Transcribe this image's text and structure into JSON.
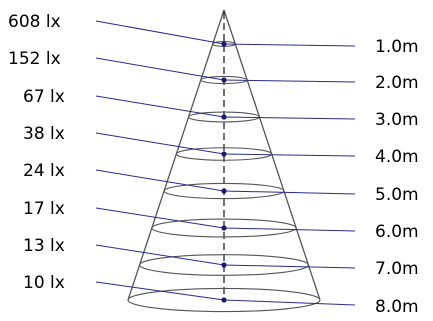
{
  "diagram": {
    "levels": [
      {
        "lux": "608 lx",
        "distance": "1.0m"
      },
      {
        "lux": "152 lx",
        "distance": "2.0m"
      },
      {
        "lux": "67 lx",
        "distance": "3.0m"
      },
      {
        "lux": "38 lx",
        "distance": "4.0m"
      },
      {
        "lux": "24 lx",
        "distance": "5.0m"
      },
      {
        "lux": "17 lx",
        "distance": "6.0m"
      },
      {
        "lux": "13 lx",
        "distance": "7.0m"
      },
      {
        "lux": "10 lx",
        "distance": "8.0m"
      }
    ],
    "colors": {
      "cone": "#555555",
      "leader": "#2a2a8a",
      "dot": "#1a1a7a",
      "text": "#000000"
    }
  }
}
